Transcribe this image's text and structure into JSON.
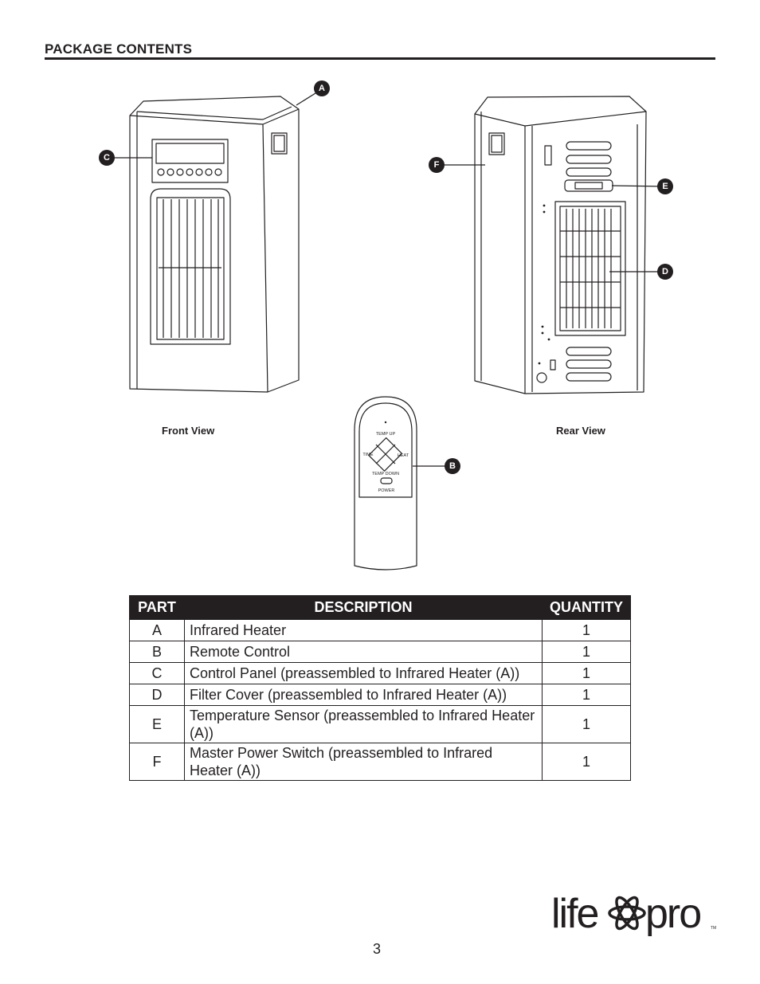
{
  "section": {
    "title": "PACKAGE CONTENTS"
  },
  "views": {
    "front": "Front View",
    "rear": "Rear View"
  },
  "callouts": {
    "a": "A",
    "b": "B",
    "c": "C",
    "d": "D",
    "e": "E",
    "f": "F"
  },
  "remote": {
    "temp_up": "TEMP UP",
    "temp_down": "TEMP DOWN",
    "time": "TIME",
    "heat": "HEAT",
    "power": "POWER"
  },
  "table": {
    "headers": {
      "part": "PART",
      "description": "DESCRIPTION",
      "quantity": "QUANTITY"
    },
    "rows": [
      {
        "part": "A",
        "description": "Infrared Heater",
        "quantity": "1"
      },
      {
        "part": "B",
        "description": "Remote Control",
        "quantity": "1"
      },
      {
        "part": "C",
        "description": "Control Panel (preassembled to Infrared Heater (A))",
        "quantity": "1"
      },
      {
        "part": "D",
        "description": "Filter Cover (preassembled to Infrared Heater (A))",
        "quantity": "1"
      },
      {
        "part": "E",
        "description": "Temperature Sensor (preassembled to Infrared Heater (A))",
        "quantity": "1"
      },
      {
        "part": "F",
        "description": "Master Power Switch (preassembled to Infrared Heater (A))",
        "quantity": "1"
      }
    ]
  },
  "page_number": "3",
  "logo": {
    "left": "life",
    "right": "pro",
    "tm": "TM"
  }
}
